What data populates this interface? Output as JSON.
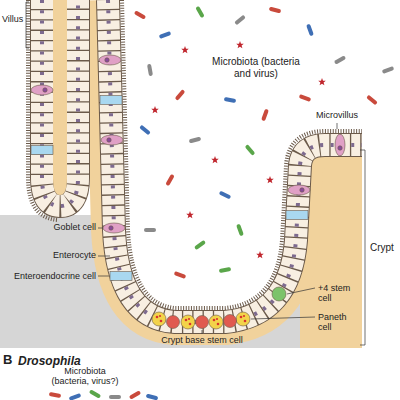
{
  "diagram": {
    "labels": [
      "Villus",
      "Microbiota (bacteria and virus)",
      "Goblet cell",
      "Microvillus",
      "Enterocyte",
      "Enteroendocrine cell",
      "Crypt",
      "+4 stem cell",
      "Crypt base stem cell",
      "Paneth cell",
      "B",
      "Drosophila",
      "Microbiota (bacteria, virus?)"
    ]
  }
}
